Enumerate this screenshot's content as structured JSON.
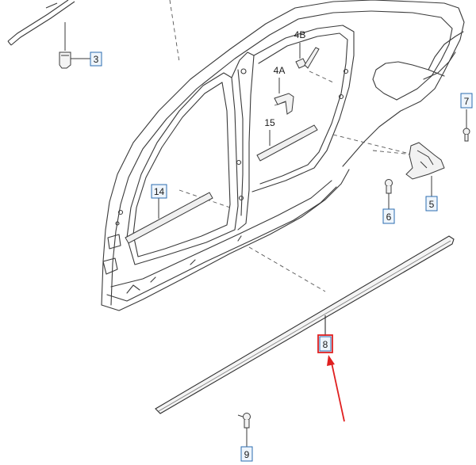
{
  "diagram": {
    "callouts": [
      {
        "id": "c3",
        "text": "3",
        "boxed": true
      },
      {
        "id": "c4B",
        "text": "4B",
        "boxed": false
      },
      {
        "id": "c4A",
        "text": "4A",
        "boxed": false
      },
      {
        "id": "c15",
        "text": "15",
        "boxed": false
      },
      {
        "id": "c14",
        "text": "14",
        "boxed": true
      },
      {
        "id": "c7",
        "text": "7",
        "boxed": true
      },
      {
        "id": "c5",
        "text": "5",
        "boxed": true
      },
      {
        "id": "c6",
        "text": "6",
        "boxed": true
      },
      {
        "id": "c8",
        "text": "8",
        "boxed": true,
        "highlighted": true
      },
      {
        "id": "c9",
        "text": "9",
        "boxed": true
      }
    ],
    "colors": {
      "line": "#3a3a3a",
      "box_border": "#2b6cb0",
      "box_fill": "#eef5fc",
      "highlight": "#e02020"
    }
  }
}
